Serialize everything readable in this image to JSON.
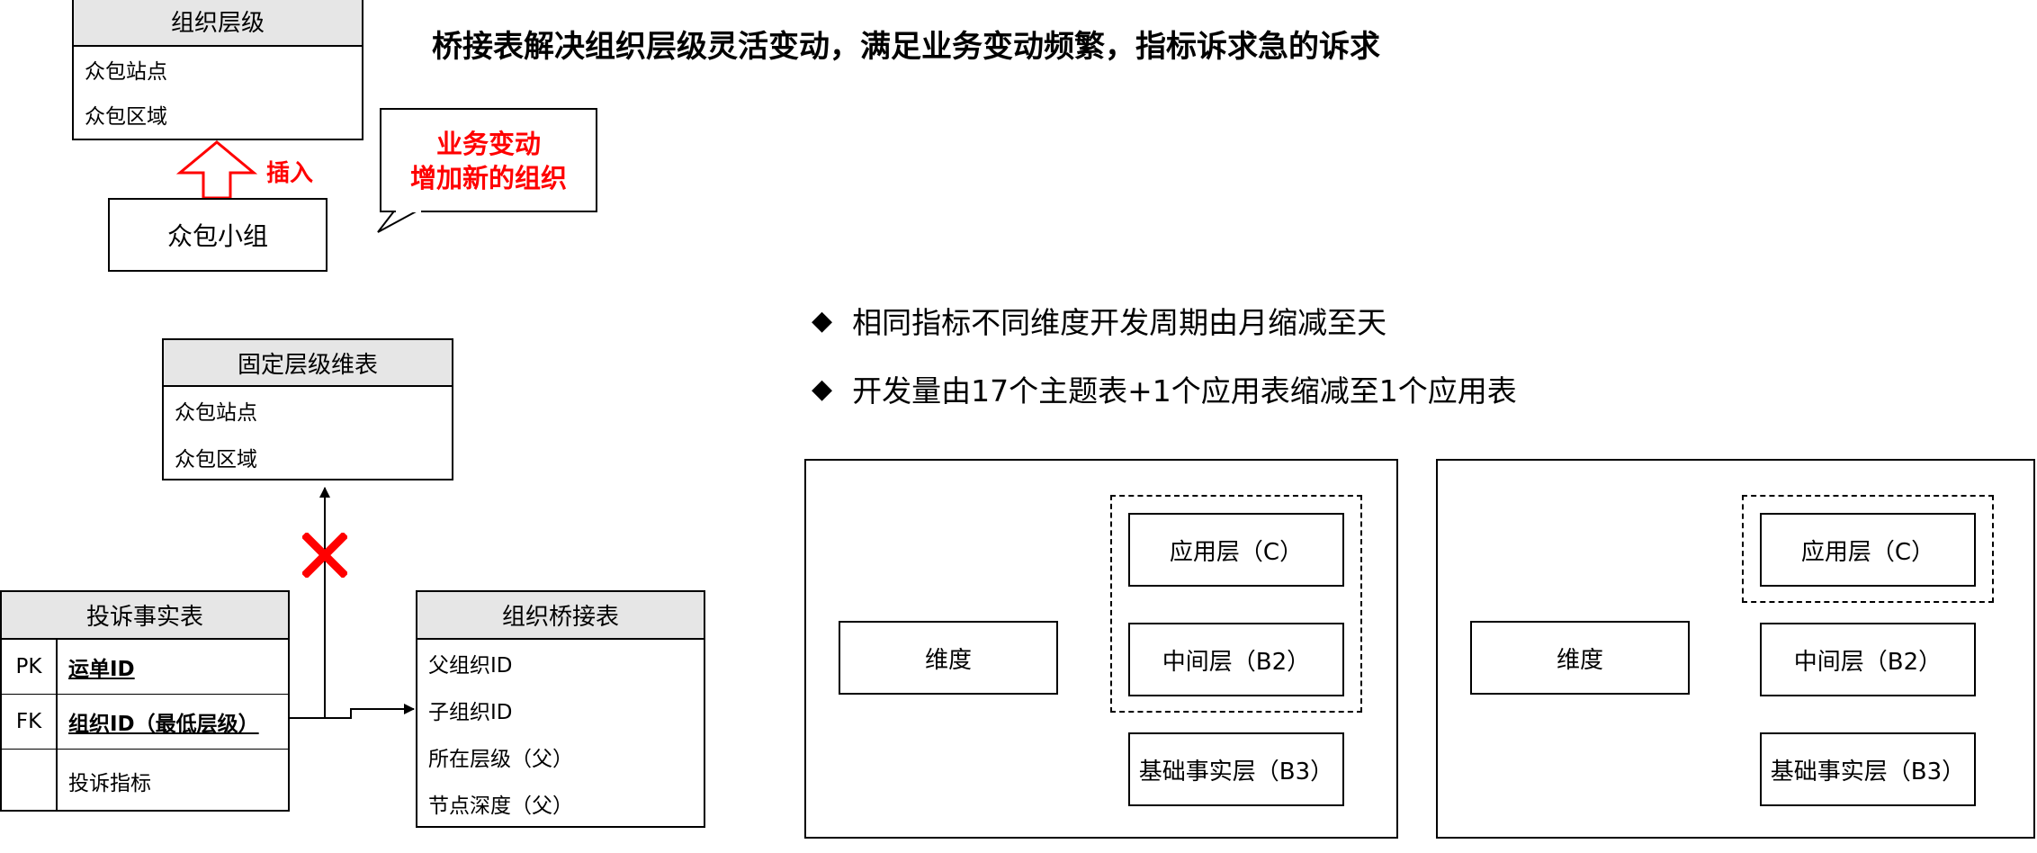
{
  "headline": "桥接表解决组织层级灵活变动，满足业务变动频繁，指标诉求急的诉求",
  "org_level_table": {
    "header": "组织层级",
    "rows": [
      "众包站点",
      "众包区域"
    ]
  },
  "insert_label": "插入",
  "group_box": "众包小组",
  "callout": {
    "line1": "业务变动",
    "line2": "增加新的组织"
  },
  "fixed_dim_table": {
    "header": "固定层级维表",
    "rows": [
      "众包站点",
      "众包区域"
    ]
  },
  "fact_table": {
    "header": "投诉事实表",
    "rows": [
      {
        "key": "PK",
        "field": "运单ID"
      },
      {
        "key": "FK",
        "field": "组织ID（最低层级）"
      },
      {
        "key": "",
        "field": "投诉指标"
      }
    ]
  },
  "bridge_table": {
    "header": "组织桥接表",
    "rows": [
      "父组织ID",
      "子组织ID",
      "所在层级（父）",
      "节点深度（父）"
    ]
  },
  "bullets": [
    "相同指标不同维度开发周期由月缩减至天",
    "开发量由17个主题表+1个应用表缩减至1个应用表"
  ],
  "bullet_glyph": "◆",
  "left_diagram": {
    "dimension": "维度",
    "layers": [
      "应用层（C）",
      "中间层（B2）",
      "基础事实层（B3）"
    ]
  },
  "right_diagram": {
    "dimension": "维度",
    "layers": [
      "应用层（C）",
      "中间层（B2）",
      "基础事实层（B3）"
    ]
  },
  "colors": {
    "accent_red": "#ff0000",
    "header_gray": "#e6e6e6"
  },
  "icons": {
    "insert": "hollow-up-arrow-icon",
    "blocked": "red-x-icon"
  }
}
